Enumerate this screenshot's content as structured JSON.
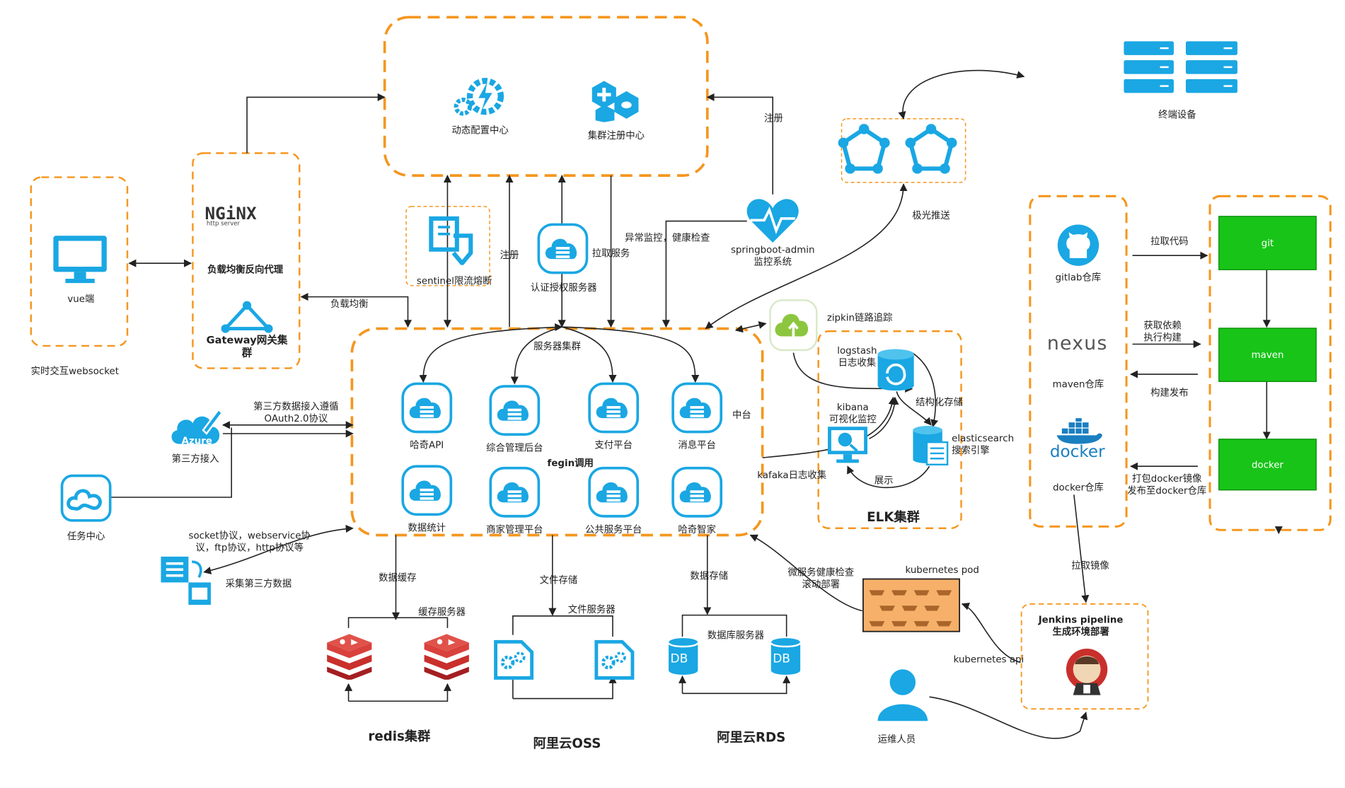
{
  "config_center": {
    "dynamic_config": "动态配置中心",
    "registry": "集群注册中心"
  },
  "edge_labels": {
    "register_top": "注册",
    "register_left": "注册",
    "pull_service": "拉取服务",
    "monitor_check": "异常监控，健康检查",
    "load_balance": "负载均衡",
    "server_cluster": "服务器集群",
    "third_party_access": "第三方数据接入遵循\nOAuth2.0协议",
    "protocols": "socket协议，webservice协\n议，ftp协议，http协议等",
    "collect_data": "采集第三方数据",
    "data_cache": "数据缓存",
    "file_storage": "文件存储",
    "data_storage": "数据存储",
    "cache_server": "缓存服务器",
    "file_server": "文件服务器",
    "db_server": "数据库服务器",
    "jpush": "极光推送",
    "kafka_logs": "kafaka日志收集",
    "health_rolling": "微服务健康检查\n滚动部署",
    "kubernetes_api": "kubernetes api",
    "pull_code": "拉取代码",
    "fetch_deps": "获取依赖\n执行构建",
    "build_release": "构建发布",
    "push_docker": "打包docker镜像\n发布至docker仓库",
    "pull_image": "拉取镜像",
    "display": "展示",
    "structured_storage": "结构化存储"
  },
  "nodes": {
    "vue": "vue端",
    "realtime": "实时交互websocket",
    "nginx_logo": "NGiNX",
    "nginx_sub": "http server",
    "nginx": "负载均衡反向代理",
    "gateway": "Gateway网关集\n群",
    "sentinel": "sentinel限流熔断",
    "auth_server": "认证授权服务器",
    "springboot_admin": "springboot-admin\n监控系统",
    "azure_logo": "Azure",
    "third_party": "第三方接入",
    "task_center": "任务中心",
    "terminal": "终端设备",
    "zipkin": "zipkin链路追踪",
    "logstash": "logstash\n日志收集",
    "kibana": "kibana\n可视化监控",
    "es": "elasticsearch\n搜索引擎",
    "elk": "ELK集群",
    "kubernetes_pod": "kubernetes pod",
    "jenkins": "Jenkins pipeline\n生成环境部署",
    "ops": "运维人员",
    "gitlab": "gitlab仓库",
    "nexus_logo": "nexus",
    "maven_repo": "maven仓库",
    "docker_logo": "docker",
    "docker_repo": "docker仓库",
    "git": "git",
    "maven": "maven",
    "docker": "docker",
    "redis": "redis集群",
    "oss": "阿里云OSS",
    "rds": "阿里云RDS",
    "db_label": "DB"
  },
  "platform": {
    "label": "中台",
    "fegin": "fegin调用",
    "services": [
      "哈奇API",
      "综合管理后台",
      "支付平台",
      "消息平台",
      "数据统计",
      "商家管理平台",
      "公共服务平台",
      "哈奇智家"
    ]
  },
  "colors": {
    "orange_dash": "#f5961e",
    "icon_blue": "#1aa7e3",
    "green": "#18c418",
    "redis_red": "#c9302c",
    "pod_orange": "#f6b06a"
  }
}
